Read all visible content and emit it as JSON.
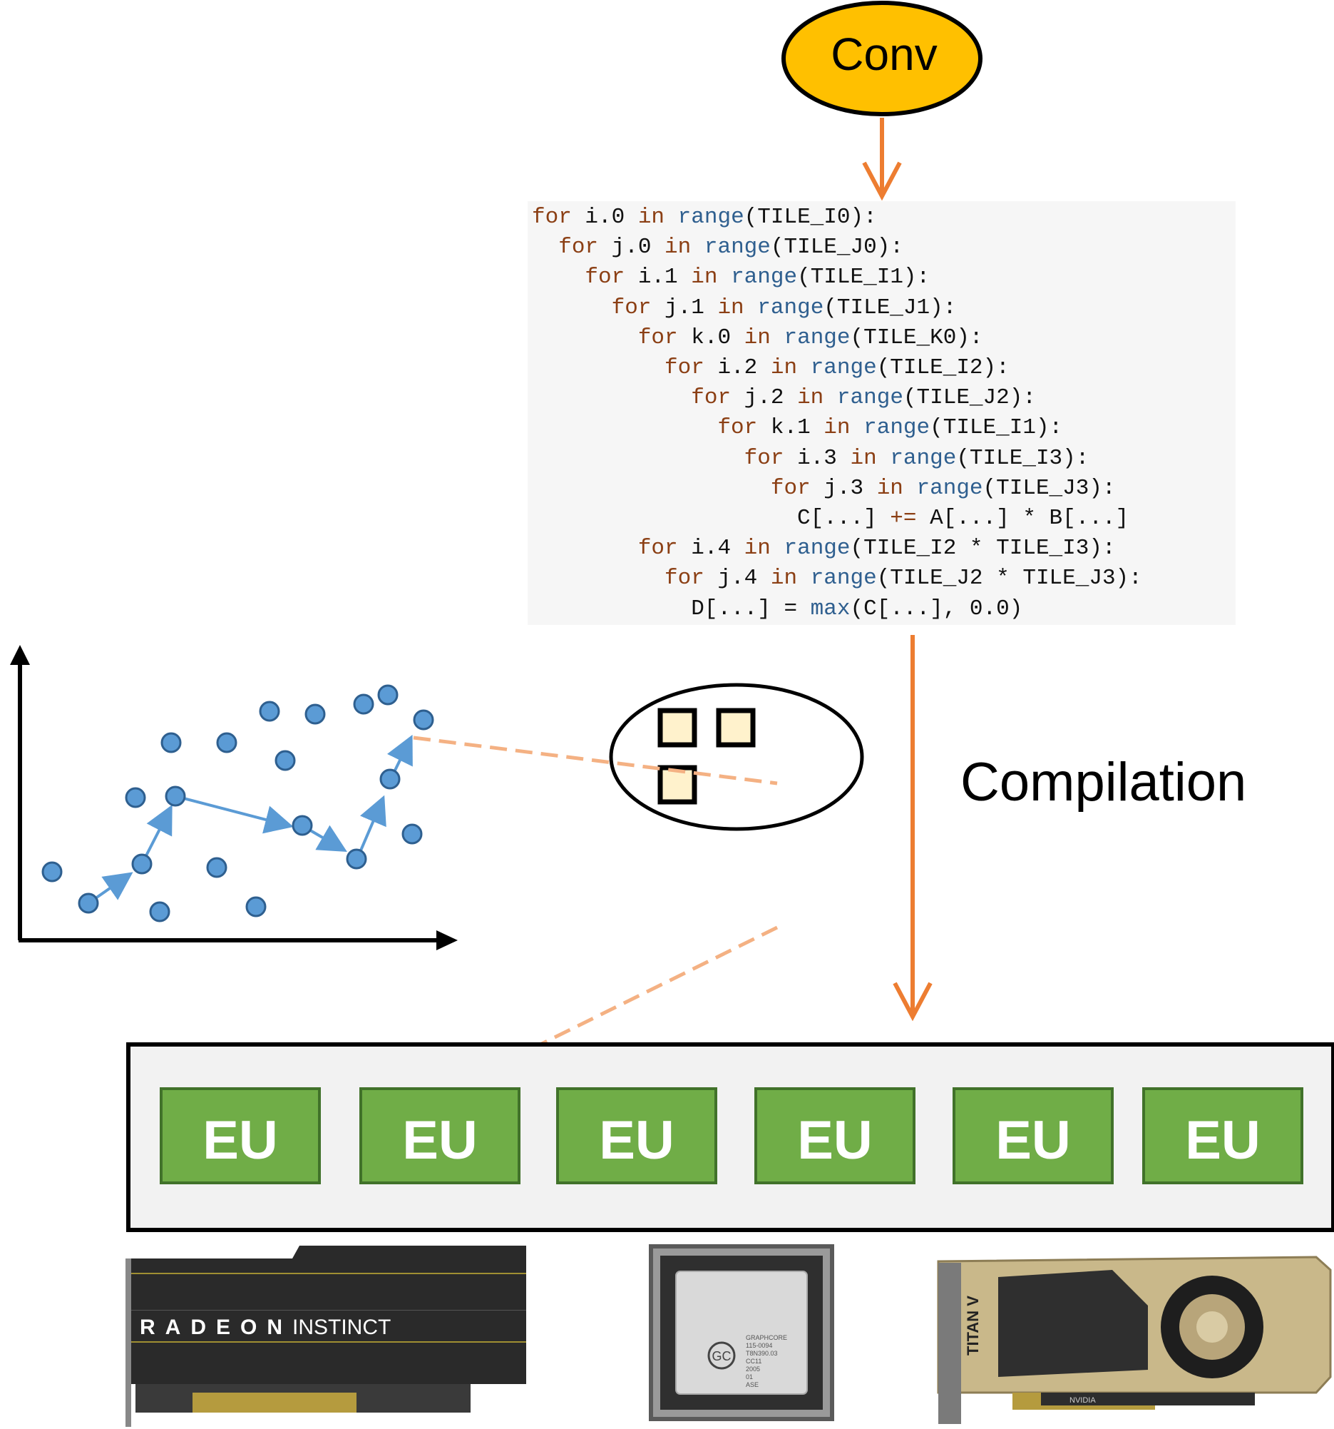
{
  "conv_node": {
    "label": "Conv",
    "fill": "#ffc000"
  },
  "compilation_label": "Compilation",
  "accent_arrow_color": "#ed7d31",
  "dashed_line_color": "#f4b183",
  "point_color": "#5b9bd5",
  "eu_color": "#70ad47",
  "code_lines": [
    [
      [
        "kw",
        "for"
      ],
      [
        "txt",
        " i.0 "
      ],
      [
        "kw",
        "in"
      ],
      [
        "txt",
        " "
      ],
      [
        "fn",
        "range"
      ],
      [
        "txt",
        "(TILE_I0):"
      ]
    ],
    [
      [
        "txt",
        "  "
      ],
      [
        "kw",
        "for"
      ],
      [
        "txt",
        " j.0 "
      ],
      [
        "kw",
        "in"
      ],
      [
        "txt",
        " "
      ],
      [
        "fn",
        "range"
      ],
      [
        "txt",
        "(TILE_J0):"
      ]
    ],
    [
      [
        "txt",
        "    "
      ],
      [
        "kw",
        "for"
      ],
      [
        "txt",
        " i.1 "
      ],
      [
        "kw",
        "in"
      ],
      [
        "txt",
        " "
      ],
      [
        "fn",
        "range"
      ],
      [
        "txt",
        "(TILE_I1):"
      ]
    ],
    [
      [
        "txt",
        "      "
      ],
      [
        "kw",
        "for"
      ],
      [
        "txt",
        " j.1 "
      ],
      [
        "kw",
        "in"
      ],
      [
        "txt",
        " "
      ],
      [
        "fn",
        "range"
      ],
      [
        "txt",
        "(TILE_J1):"
      ]
    ],
    [
      [
        "txt",
        "        "
      ],
      [
        "kw",
        "for"
      ],
      [
        "txt",
        " k.0 "
      ],
      [
        "kw",
        "in"
      ],
      [
        "txt",
        " "
      ],
      [
        "fn",
        "range"
      ],
      [
        "txt",
        "(TILE_K0):"
      ]
    ],
    [
      [
        "txt",
        "          "
      ],
      [
        "kw",
        "for"
      ],
      [
        "txt",
        " i.2 "
      ],
      [
        "kw",
        "in"
      ],
      [
        "txt",
        " "
      ],
      [
        "fn",
        "range"
      ],
      [
        "txt",
        "(TILE_I2):"
      ]
    ],
    [
      [
        "txt",
        "            "
      ],
      [
        "kw",
        "for"
      ],
      [
        "txt",
        " j.2 "
      ],
      [
        "kw",
        "in"
      ],
      [
        "txt",
        " "
      ],
      [
        "fn",
        "range"
      ],
      [
        "txt",
        "(TILE_J2):"
      ]
    ],
    [
      [
        "txt",
        "              "
      ],
      [
        "kw",
        "for"
      ],
      [
        "txt",
        " k.1 "
      ],
      [
        "kw",
        "in"
      ],
      [
        "txt",
        " "
      ],
      [
        "fn",
        "range"
      ],
      [
        "txt",
        "(TILE_I1):"
      ]
    ],
    [
      [
        "txt",
        "                "
      ],
      [
        "kw",
        "for"
      ],
      [
        "txt",
        " i.3 "
      ],
      [
        "kw",
        "in"
      ],
      [
        "txt",
        " "
      ],
      [
        "fn",
        "range"
      ],
      [
        "txt",
        "(TILE_I3):"
      ]
    ],
    [
      [
        "txt",
        "                  "
      ],
      [
        "kw",
        "for"
      ],
      [
        "txt",
        " j.3 "
      ],
      [
        "kw",
        "in"
      ],
      [
        "txt",
        " "
      ],
      [
        "fn",
        "range"
      ],
      [
        "txt",
        "(TILE_J3):"
      ]
    ],
    [
      [
        "txt",
        "                    C[...] "
      ],
      [
        "op",
        "+="
      ],
      [
        "txt",
        " A[...] * B[...]"
      ]
    ],
    [
      [
        "txt",
        "        "
      ],
      [
        "kw",
        "for"
      ],
      [
        "txt",
        " i.4 "
      ],
      [
        "kw",
        "in"
      ],
      [
        "txt",
        " "
      ],
      [
        "fn",
        "range"
      ],
      [
        "txt",
        "(TILE_I2 * TILE_I3):"
      ]
    ],
    [
      [
        "txt",
        "          "
      ],
      [
        "kw",
        "for"
      ],
      [
        "txt",
        " j.4 "
      ],
      [
        "kw",
        "in"
      ],
      [
        "txt",
        " "
      ],
      [
        "fn",
        "range"
      ],
      [
        "txt",
        "(TILE_J2 * TILE_J3):"
      ]
    ],
    [
      [
        "txt",
        "            D[...] = "
      ],
      [
        "fn",
        "max"
      ],
      [
        "txt",
        "(C[...], 0.0)"
      ]
    ]
  ],
  "execution_units": [
    "EU",
    "EU",
    "EU",
    "EU",
    "EU",
    "EU"
  ],
  "hardware": {
    "amd_card": {
      "brand_text": "RADEON",
      "product_text": "INSTINCT"
    },
    "graphcore_chip": {
      "label_lines": [
        "GRAPHCORE",
        "115-0094",
        "T8N390.03",
        "CC11",
        "2005",
        "01",
        "ASE"
      ]
    },
    "nvidia_card": {
      "side_text": "TITAN V",
      "brand_text": "NVIDIA"
    }
  }
}
